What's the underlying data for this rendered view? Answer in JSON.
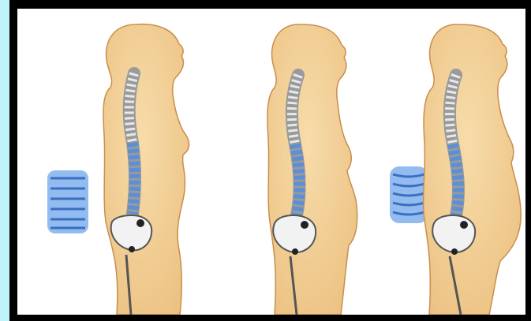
{
  "illustration": {
    "figures": [
      {
        "stage": "upright-posture",
        "belly": "flat",
        "detail_inset": true
      },
      {
        "stage": "early-pregnancy",
        "belly": "slightly-rounded",
        "detail_inset": false
      },
      {
        "stage": "late-pregnancy",
        "belly": "rounded",
        "detail_inset": true
      }
    ]
  },
  "colors": {
    "page_background": "#bff3fb",
    "frame": "#000000",
    "panel": "#ffffff",
    "skin": "#f4d19a",
    "skin_outline": "#c98e4c",
    "spine_cervical": "#e8e8e8",
    "spine_lumbar": "#5b8fd6",
    "pelvis": "#f2f2f2"
  }
}
